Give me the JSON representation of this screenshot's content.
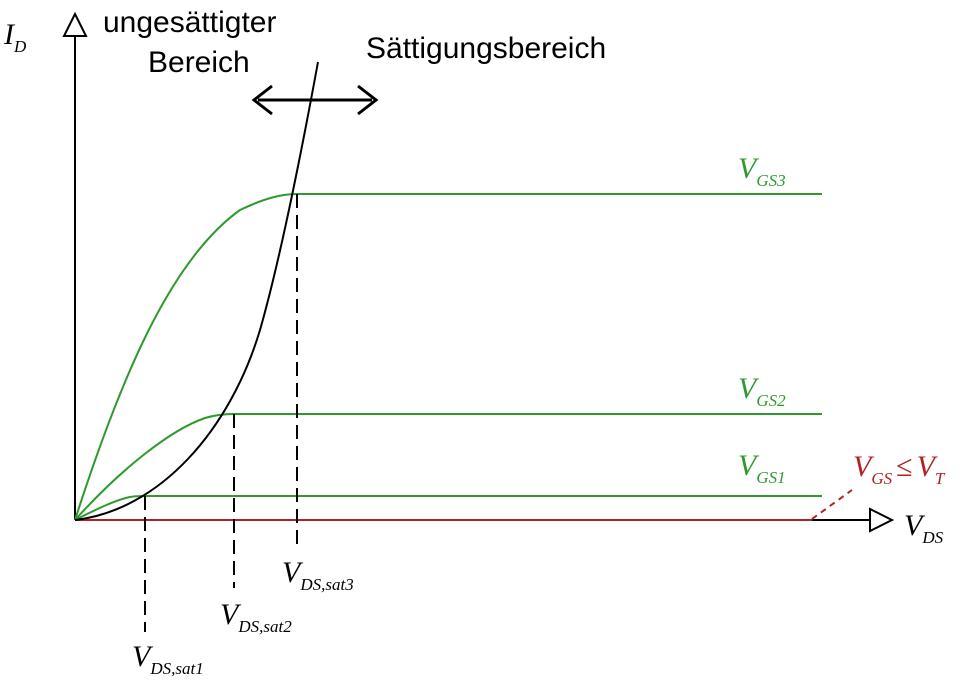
{
  "colors": {
    "axis": "#000000",
    "curve_gs": "#2e9a2e",
    "curve_gs_label": "#2e9a2e",
    "parabola": "#000000",
    "threshold": "#b22222"
  },
  "axes": {
    "y_label_main": "I",
    "y_label_sub": "D",
    "x_label_main": "V",
    "x_label_sub": "DS"
  },
  "regions": {
    "unsaturated_line1": "ungesättigter",
    "unsaturated_line2": "Bereich",
    "saturation": "Sättigungsbereich"
  },
  "curves": {
    "gs3_main": "V",
    "gs3_sub": "GS3",
    "gs2_main": "V",
    "gs2_sub": "GS2",
    "gs1_main": "V",
    "gs1_sub": "GS1",
    "threshold_main1": "V",
    "threshold_sub1": "GS",
    "threshold_op": "≤",
    "threshold_main2": "V",
    "threshold_sub2": "T"
  },
  "sat_points": {
    "sat1_main": "V",
    "sat1_sub": "DS,sat1",
    "sat2_main": "V",
    "sat2_sub": "DS,sat2",
    "sat3_main": "V",
    "sat3_sub": "DS,sat3"
  }
}
